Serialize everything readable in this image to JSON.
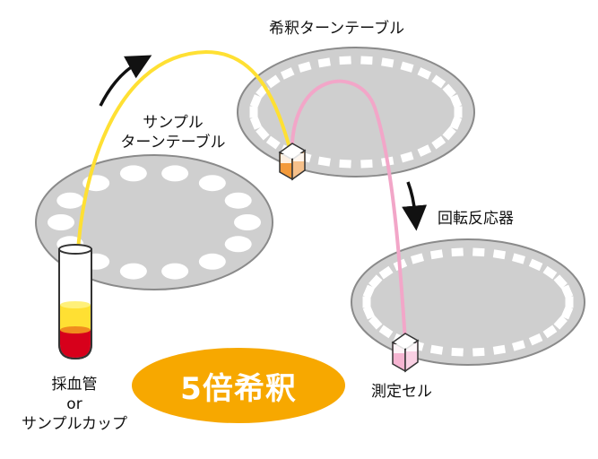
{
  "labels": {
    "dilution_turntable": "希釈ターンテーブル",
    "sample_turntable_line1": "サンプル",
    "sample_turntable_line2": "ターンテーブル",
    "reaction_disk": "回転反応器",
    "tube_line1": "採血管",
    "tube_line2": "or",
    "tube_line3": "サンプルカップ",
    "cell": "測定セル",
    "dilution_badge": "5倍希釈"
  },
  "colors": {
    "turntable_fill": "#cfcfcf",
    "turntable_stroke": "#8a8a8a",
    "slot_fill": "#ffffff",
    "sample_path": "#ffe033",
    "diluted_path": "#f2a6c8",
    "badge": "#f7a800",
    "blood_red": "#d7001b",
    "serum_yellow": "#ffe033",
    "diluted_orange": "#f39a3a",
    "diluted_pink": "#f6b5d2",
    "arrow": "#111111"
  },
  "icons": {
    "flow_arrows": "curved-arrow-icon",
    "tube": "test-tube-icon",
    "cup": "cuvette-icon"
  }
}
